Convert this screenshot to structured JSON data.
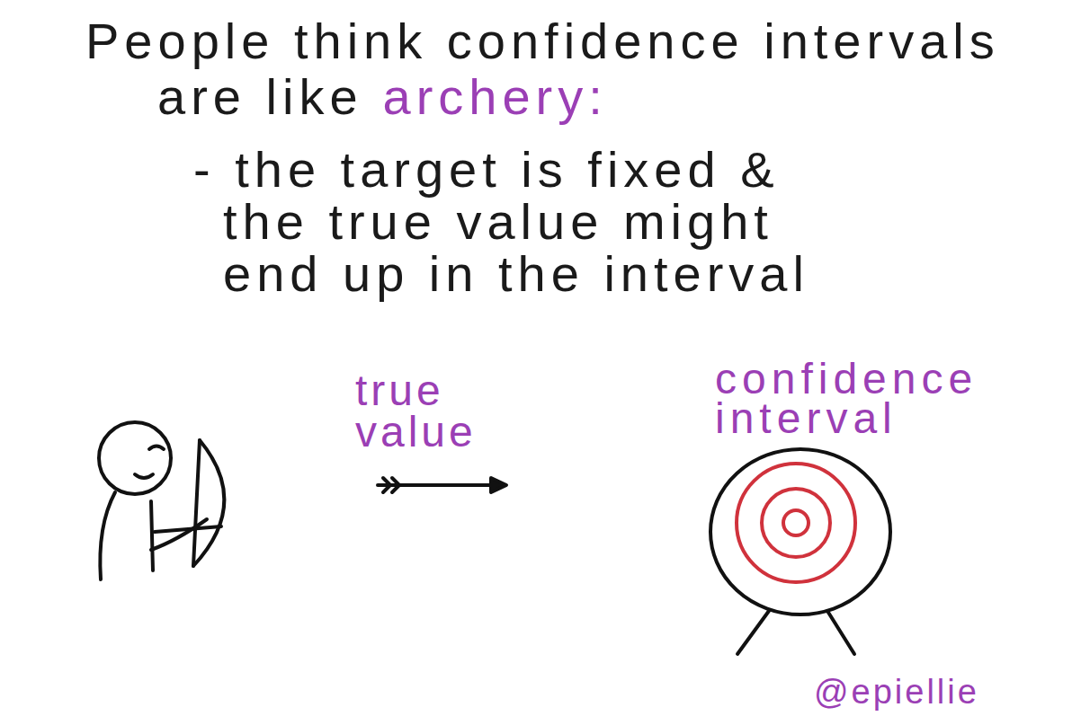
{
  "diagram": {
    "title": "People think confidence intervals are like",
    "labels": [
      "archery:",
      "- the target is fixed & the true value might end up in the interval",
      "true value",
      "confidence interval",
      "@epiellie"
    ]
  }
}
